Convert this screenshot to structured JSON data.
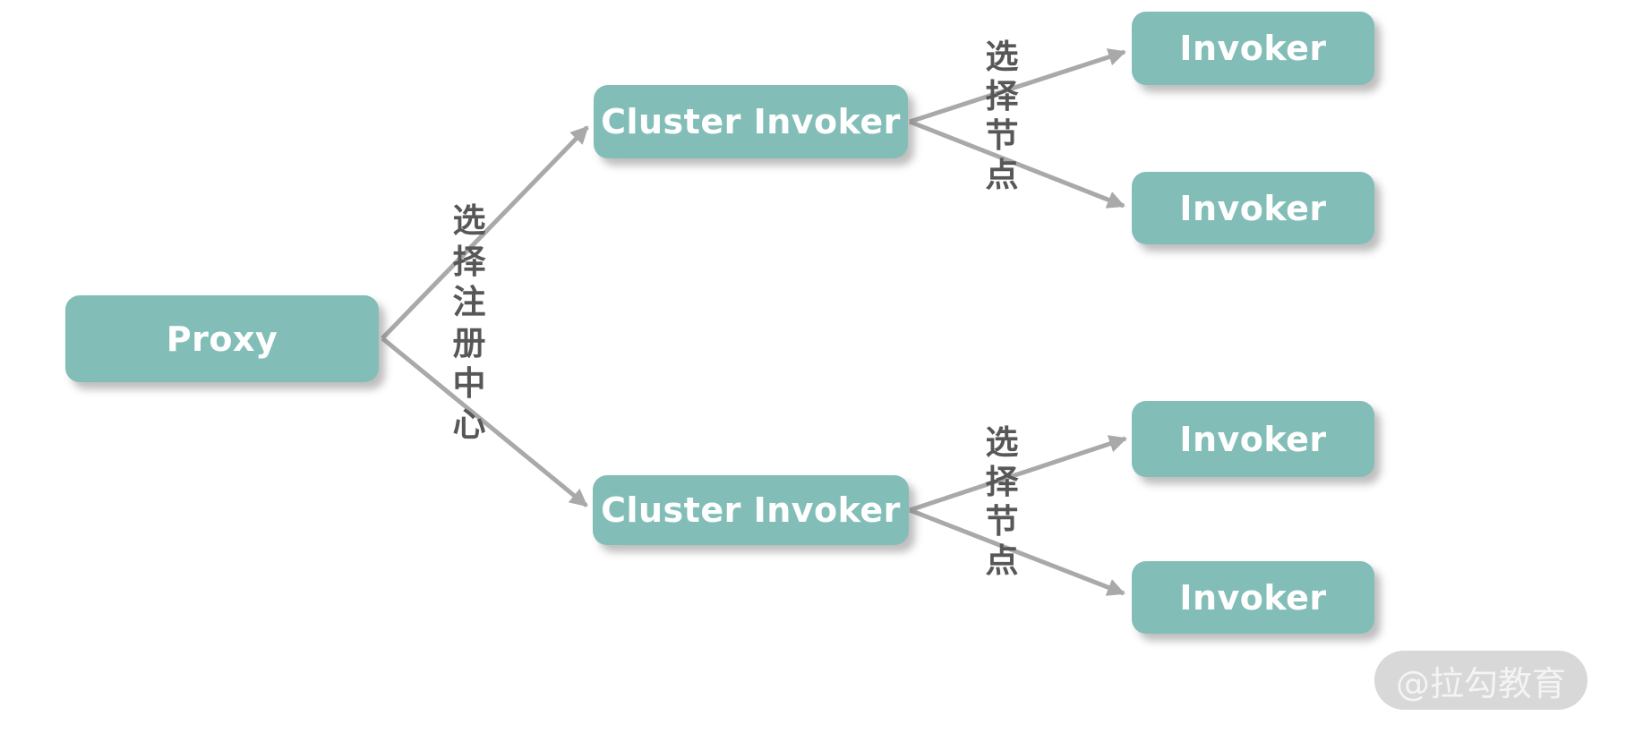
{
  "nodes": {
    "proxy": {
      "label": "Proxy"
    },
    "cluster_top": {
      "label": "Cluster Invoker"
    },
    "cluster_bottom": {
      "label": "Cluster Invoker"
    },
    "invoker_1": {
      "label": "Invoker"
    },
    "invoker_2": {
      "label": "Invoker"
    },
    "invoker_3": {
      "label": "Invoker"
    },
    "invoker_4": {
      "label": "Invoker"
    }
  },
  "edge_labels": {
    "select_registry": "选择注册中心",
    "select_node_top": "选择节点",
    "select_node_bottom": "选择节点"
  },
  "watermark": "@拉勾教育",
  "colors": {
    "node_fill": "#82beb7",
    "node_text": "#ffffff",
    "edge_line": "#a9a9a9",
    "edge_label_text": "#575757",
    "watermark_bg": "#d8d8d8",
    "watermark_text": "#f4f4f4"
  }
}
